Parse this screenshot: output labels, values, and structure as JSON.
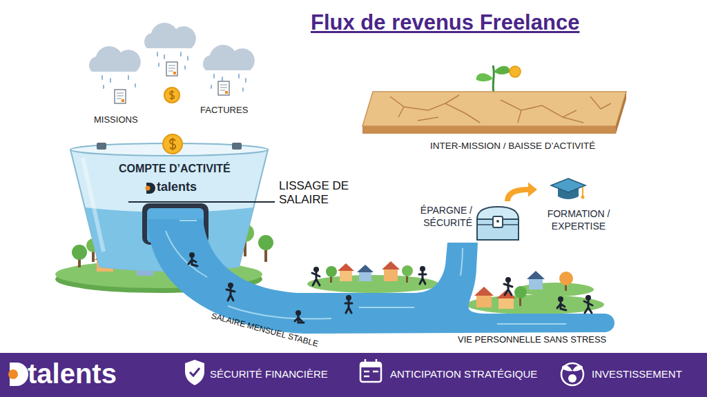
{
  "diagram": {
    "title": "Flux de revenus Freelance",
    "nodes": [
      {
        "text": [
          "COMPTE D’ACTIVITÉ",
          "talents"
        ]
      },
      {
        "text": [
          "INTER-MISSION / BAISSE D’ACTIVITÉ"
        ]
      },
      {
        "text": [
          "ÉPARGNE / SÉCURITÉ"
        ]
      },
      {
        "text": [
          "FORMATION / EXPERTISE"
        ]
      },
      {
        "text": [
          "talents",
          "SÉCURITÉ FINANCIÈRE",
          "ANTICIPATION STRATÉGIQUE",
          "INVESTISSEMENT"
        ]
      }
    ],
    "edges": [
      {
        "from": 2,
        "to": 3,
        "arrow": "to"
      }
    ],
    "labels": [
      "MISSIONS",
      "FACTURES",
      "LISSAGE DE SALAIRE",
      "SALAIRE MENSUEL STABLE",
      "VIE PERSONNELLE SANS STRESS"
    ]
  }
}
